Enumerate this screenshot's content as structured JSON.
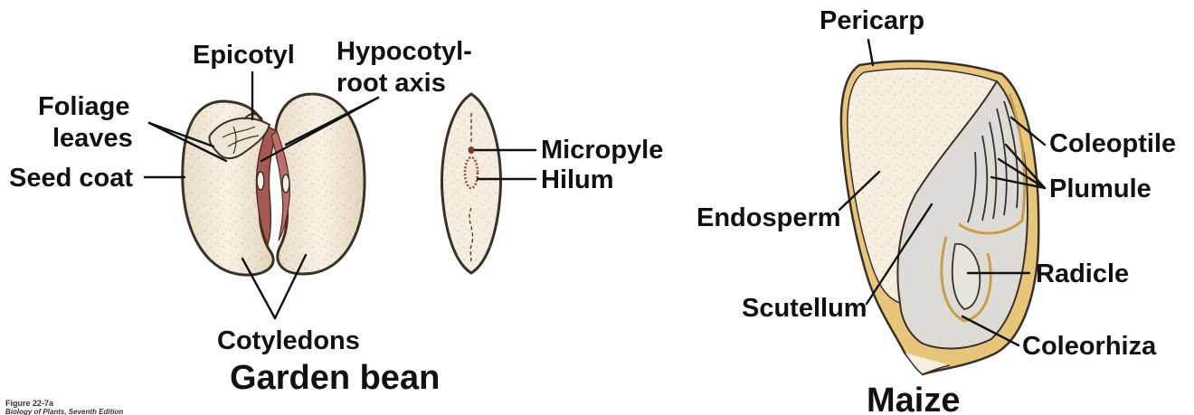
{
  "bean": {
    "title": "Garden bean",
    "labels": {
      "epicotyl": "Epicotyl",
      "hypocotyl_line1": "Hypocotyl-",
      "hypocotyl_line2": "root axis",
      "foliage_line1": "Foliage",
      "foliage_line2": "leaves",
      "seed_coat": "Seed coat",
      "micropyle": "Micropyle",
      "hilum": "Hilum",
      "cotyledons": "Cotyledons"
    }
  },
  "maize": {
    "title": "Maize",
    "labels": {
      "pericarp": "Pericarp",
      "coleoptile": "Coleoptile",
      "plumule": "Plumule",
      "endosperm": "Endosperm",
      "radicle": "Radicle",
      "scutellum": "Scutellum",
      "coleorhiza": "Coleorhiza"
    }
  },
  "caption": {
    "figure": "Figure 22-7a",
    "source": "Biology of Plants, Seventh Edition"
  },
  "colors": {
    "seed_fill": "#f3ead8",
    "seed_stroke": "#3a3028",
    "axis_fill": "#a45a52",
    "pericarp": "#e7c67c",
    "embryo": "#dedbd6"
  }
}
